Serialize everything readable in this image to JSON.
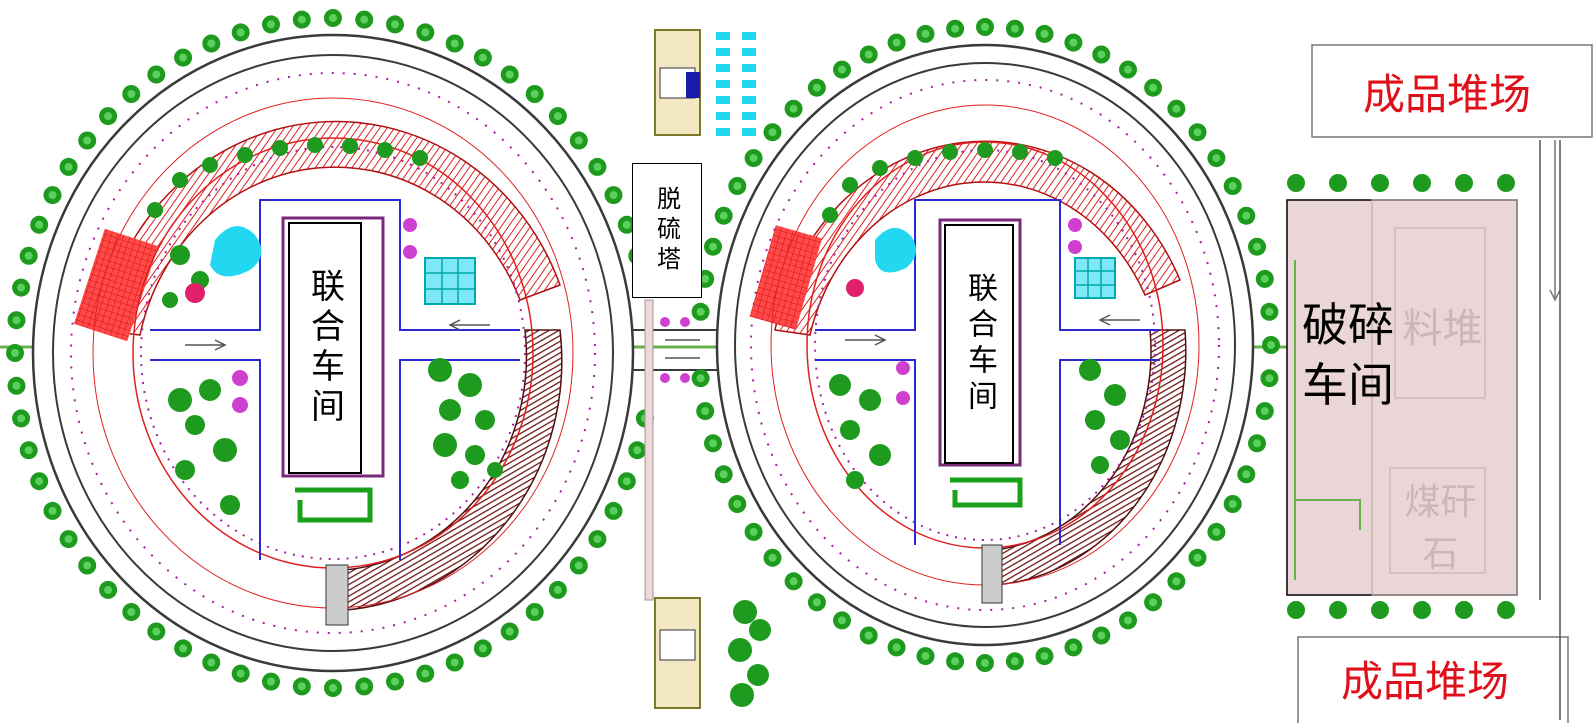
{
  "labels": {
    "workshop_left": "联合车间",
    "workshop_right": "联合车间",
    "desulfurization_tower": "脱硫塔",
    "crushing_workshop": "破碎车间",
    "stockyard_top": "成品堆场",
    "stockyard_bottom": "成品堆场",
    "material_pile": "料堆",
    "coal_gangue": "煤矸石"
  },
  "colors": {
    "road_line": "#3a3a3a",
    "conveyor_red": "#e02020",
    "dark_red_hatch": "#7a1a1a",
    "tree_green": "#1e9b1e",
    "magenta_dots": "#a020a0",
    "blue_road": "#2a2ad0",
    "cyan_pond": "#22d8f0",
    "pink_yard": "#ead6d6",
    "label_red": "#e0101a"
  }
}
